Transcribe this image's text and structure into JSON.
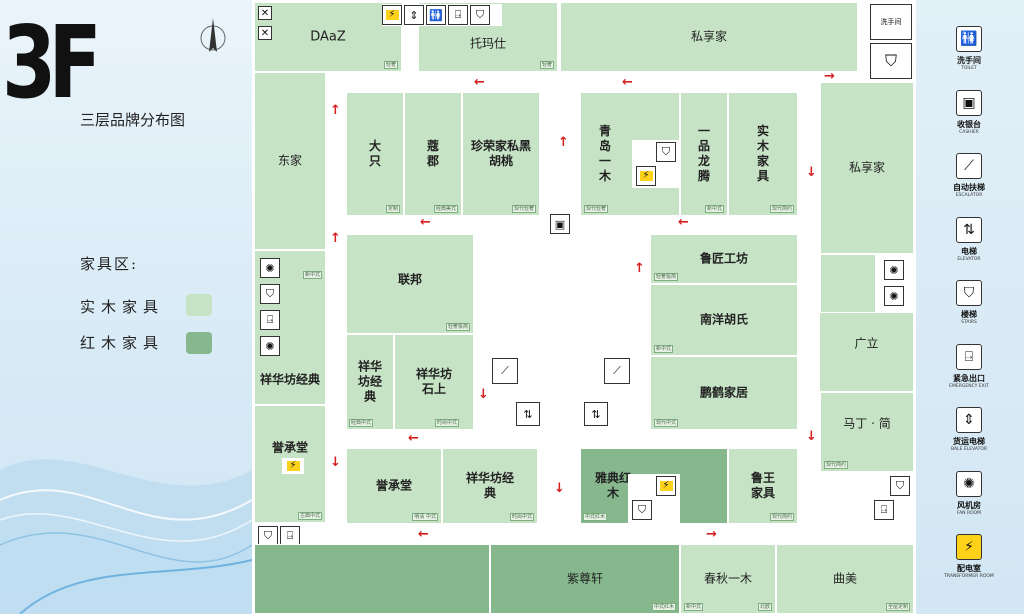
{
  "floor_label": "3F",
  "title": "三层品牌分布图",
  "legend_left": {
    "heading": "家具区:",
    "items": [
      {
        "label": "实木家具",
        "color": "#c7e3c6"
      },
      {
        "label": "红木家具",
        "color": "#86b78d"
      }
    ]
  },
  "stores": {
    "daaz": {
      "name": "DAaZ",
      "tag": "轻奢"
    },
    "tuomashi": {
      "name": "托玛仕",
      "tag": "轻奢"
    },
    "sixiangjia_top": {
      "name": "私享家"
    },
    "dongjia": {
      "name": "东家"
    },
    "dazhi": {
      "name": "大只",
      "tag": "定制"
    },
    "kuanjun": {
      "name": "蔻郡",
      "tag": "经典美式"
    },
    "zhenrong": {
      "name": "珍荣家私黑胡桃",
      "tag": "现代轻奢"
    },
    "qingdao": {
      "name": "青岛一木",
      "tag": "现代轻奢"
    },
    "yipin": {
      "name": "一品龙腾",
      "tag": "新中式"
    },
    "shimu": {
      "name": "实木家具",
      "tag": "现代简约"
    },
    "sixiangjia_right": {
      "name": "私享家"
    },
    "lianbang": {
      "name": "联邦",
      "tag": "轻奢极简"
    },
    "lujiang": {
      "name": "鲁匠工坊",
      "tag": "轻奢极简"
    },
    "nanyang": {
      "name": "南洋胡氏",
      "tag": "新中式"
    },
    "penghe": {
      "name": "鹏鹤家居",
      "tag": "现代中式"
    },
    "guangli": {
      "name": "广立"
    },
    "mading": {
      "name": "马丁 · 简",
      "tag": "现代简约"
    },
    "xianghua_left": {
      "name": "祥华坊经典",
      "tag": "新中式"
    },
    "xianghua_jd": {
      "name": "祥华坊经典",
      "tag": "经典中式"
    },
    "xianghua_sh": {
      "name": "祥华坊石上",
      "tag": "时尚中式"
    },
    "yuchengtang_left": {
      "name": "誉承堂",
      "tag": "古典中式"
    },
    "yuchengtang_mid": {
      "name": "誉承堂",
      "tag": "明清 中式"
    },
    "xianghua_bottom": {
      "name": "祥华坊经典",
      "tag": "时尚中式"
    },
    "yadian": {
      "name": "雅典红木",
      "tag": "中式红木"
    },
    "luwang": {
      "name": "鲁王家具",
      "tag": "现代简约"
    },
    "zizunxuan": {
      "name": "紫尊轩",
      "tag": "中式红木"
    },
    "chunqiu": {
      "name": "春秋一木",
      "tag": "新中式"
    },
    "chunqiu_tag2": "北欧",
    "qumei": {
      "name": "曲美",
      "tag": "全屋定制"
    }
  },
  "toilet_label": "洗手间",
  "toilet_en": "TOILET",
  "legend_right": [
    {
      "icon": "toilet-icon",
      "glyph": "🚻",
      "cn": "洗手间",
      "en": "TOILET"
    },
    {
      "icon": "cashier-icon",
      "glyph": "▣",
      "cn": "收银台",
      "en": "CASHIER"
    },
    {
      "icon": "escalator-icon",
      "glyph": "⟋",
      "cn": "自动扶梯",
      "en": "ESCALATOR"
    },
    {
      "icon": "elevator-icon",
      "glyph": "⇅",
      "cn": "电梯",
      "en": "ELEVATOR"
    },
    {
      "icon": "stairs-icon",
      "glyph": "⛉",
      "cn": "楼梯",
      "en": "STAIRS"
    },
    {
      "icon": "emergency-exit-icon",
      "glyph": "⍈",
      "cn": "紧急出口",
      "en": "EMERGENCY EXIT"
    },
    {
      "icon": "bale-elevator-icon",
      "glyph": "⇕",
      "cn": "货运电梯",
      "en": "BALE ELEVATOR"
    },
    {
      "icon": "fan-room-icon",
      "glyph": "✺",
      "cn": "风机房",
      "en": "FAN ROOM"
    },
    {
      "icon": "transformer-icon",
      "glyph": "⚡",
      "cn": "配电室",
      "en": "TRANSFORMER ROOM"
    }
  ]
}
